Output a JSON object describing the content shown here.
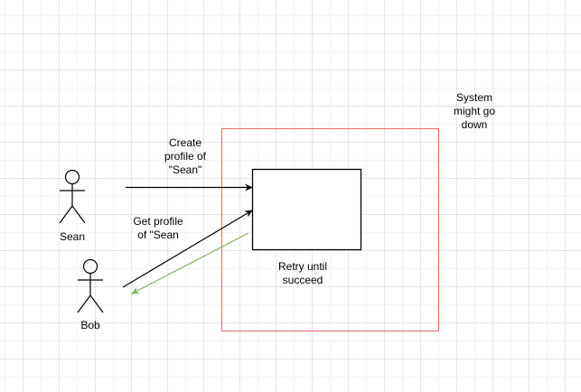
{
  "diagram": {
    "actors": [
      {
        "id": "sean",
        "label": "Sean"
      },
      {
        "id": "bob",
        "label": "Bob"
      }
    ],
    "nodes": {
      "system_boundary": {
        "label": "System\nmight go\ndown",
        "stroke": "#ea6b66"
      },
      "service_box": {
        "label": ""
      }
    },
    "edges": [
      {
        "from": "sean",
        "to": "service_box",
        "label": "Create\nprofile of\n\"Sean\"",
        "color": "#000000"
      },
      {
        "from": "bob",
        "to": "service_box",
        "label": "Get profile\nof \"Sean",
        "color": "#000000"
      },
      {
        "from": "service_box",
        "to": "bob",
        "label": "",
        "color": "#82b366"
      }
    ],
    "notes": {
      "retry": "Retry until\nsucceed"
    }
  }
}
